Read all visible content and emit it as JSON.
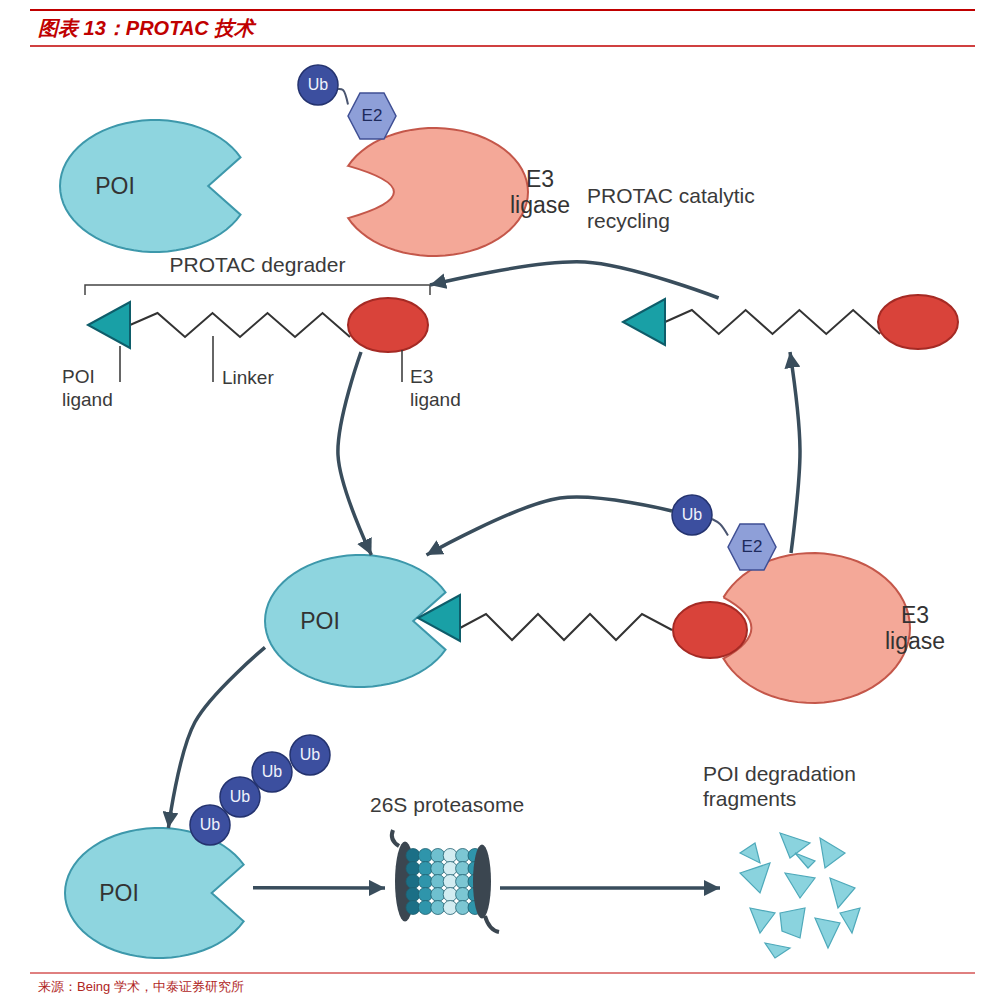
{
  "diagram": {
    "title": "图表 13：PROTAC 技术",
    "caption": "来源：Being 学术，中泰证券研究所",
    "nodes": [
      {
        "text": [
          "POI"
        ]
      },
      {
        "text": [
          "E3 ligase"
        ]
      },
      {
        "text": [
          "E2"
        ]
      },
      {
        "text": [
          "Ub"
        ]
      },
      {
        "text": [
          "PROTAC degrader"
        ]
      },
      {
        "text": [
          "POI"
        ]
      },
      {
        "text": [
          "E3 ligase"
        ]
      },
      {
        "text": [
          "E2"
        ]
      },
      {
        "text": [
          "Ub"
        ]
      },
      {
        "text": [
          "POI"
        ]
      },
      {
        "text": [
          "Ub"
        ]
      },
      {
        "text": [
          "Ub"
        ]
      },
      {
        "text": [
          "Ub"
        ]
      },
      {
        "text": [
          "Ub"
        ]
      },
      {
        "text": [
          "26S proteasome"
        ]
      },
      {
        "text": [
          "POI degradation fragments"
        ]
      },
      {
        "text": [
          "PROTAC catalytic recycling"
        ]
      }
    ],
    "edges": [
      {
        "from": 3,
        "to": 2,
        "arrow": "none"
      },
      {
        "from": 4,
        "to": 5,
        "arrow": "to"
      },
      {
        "from": 8,
        "to": 7,
        "arrow": "none"
      },
      {
        "from": 8,
        "to": 5,
        "arrow": "to"
      },
      {
        "from": 6,
        "to": 16,
        "arrow": "to"
      },
      {
        "from": 16,
        "to": 4,
        "arrow": "to"
      },
      {
        "from": 5,
        "to": 9,
        "arrow": "to"
      },
      {
        "from": 9,
        "to": 14,
        "arrow": "to"
      },
      {
        "from": 14,
        "to": 15,
        "arrow": "to"
      }
    ],
    "labels": [
      "POI ligand",
      "Linker",
      "E3 ligand"
    ]
  }
}
